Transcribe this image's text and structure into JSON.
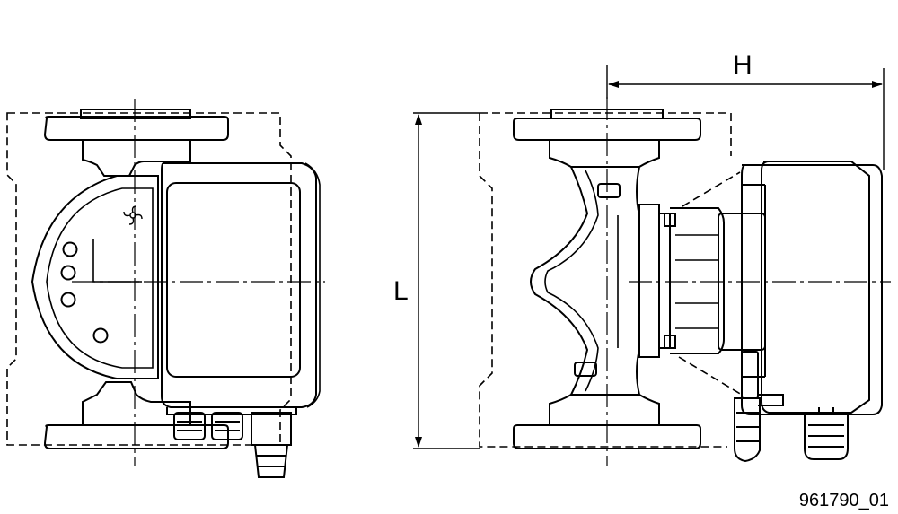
{
  "dimensions": {
    "height_label": "H",
    "length_label": "L"
  },
  "reference_code": "961790_01",
  "colors": {
    "ink": "#000000",
    "background": "#ffffff"
  }
}
